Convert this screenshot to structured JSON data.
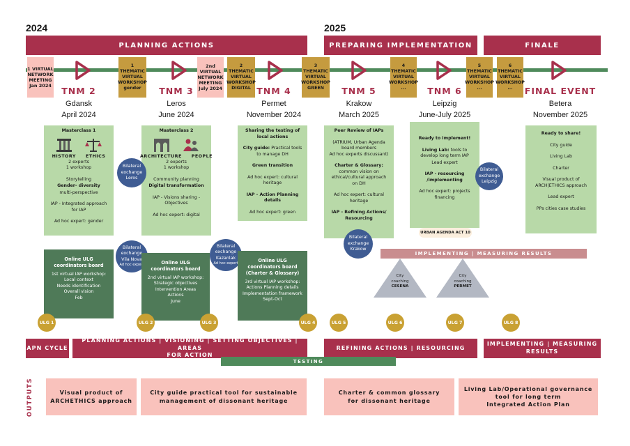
{
  "years": {
    "y2024": "2024",
    "y2025": "2025"
  },
  "phases": {
    "planning": "PLANNING ACTIONS",
    "preparing": "PREPARING IMPLEMENTATION",
    "finale": "FINALE"
  },
  "timeline_boxes": {
    "network_meeting": "1 VIRTUAL\nNETWORK\nMEETING\nJan 2024",
    "workshop_gender": "1 THEMATIC\nVIRTUAL\nWORKSHOP\ngender",
    "network_meeting_2": "2nd\nVIRTUAL\nNETWORK\nMEETING\nJuly 2024",
    "workshop_digital": "2 THEMATIC\nVIRTUAL\nWORKSHOP\nDIGITAL",
    "workshop_green": "3 THEMATIC\nVIRTUAL\nWORKSHOP\nGREEN",
    "workshop_4": "4 THEMATIC\nVIRTUAL\nWORKSHOP\n...",
    "workshop_5": "5 THEMATIC\nVIRTUAL\nWORKSHOP\n...",
    "workshop_6": "6 THEMATIC\nVIRTUAL\nWORKSHOP\n..."
  },
  "tnms": [
    {
      "name": "TNM 2",
      "city": "Gdansk",
      "date": "April 2024"
    },
    {
      "name": "TNM 3",
      "city": "Leros",
      "date": "June 2024"
    },
    {
      "name": "TNM 4",
      "city": "Permet",
      "date": "November 2024"
    },
    {
      "name": "TNM 5",
      "city": "Krakow",
      "date": "March 2025"
    },
    {
      "name": "TNM 6",
      "city": "Leipzig",
      "date": "June-July 2025"
    },
    {
      "name": "FINAL EVENT",
      "city": "Betera",
      "date": "November 2025"
    }
  ],
  "mc1": {
    "title": "Masterclass 1",
    "icon_a": "HISTORY",
    "icon_b": "ETHICS",
    "experts": "2 experts\n1 workshop",
    "l1": "Storytelling",
    "l2": "Gender- diversity",
    "l3": "multi-perspective",
    "l4": "IAP - Integrated approach\nfor IAP",
    "l5": "Ad hoc expert: gender"
  },
  "mc2": {
    "title": "Masterclass 2",
    "icon_a": "ARCHITECTURE",
    "icon_b": "PEOPLE",
    "experts": "2 experts\n1 workshop",
    "l1": "Community planning",
    "l2": "Digital transformation",
    "l3": "IAP - Visions sharing -\nObjectives",
    "l4": "Ad hoc expert: digital"
  },
  "tnm4_box": {
    "title": "Sharing the testing of\nlocal actions",
    "l1a": "City guide:",
    "l1b": " Practical tools\nto manage DH",
    "l2": "Green transition",
    "l3": "Ad hoc expert: cultural\nheritage",
    "l4": "IAP - Action Planning\ndetails",
    "l5": "Ad hoc expert: green"
  },
  "tnm5_box": {
    "title": "Peer Review of IAPs",
    "l1": "(ATRIUM, Urban Agenda\nboard members\nAd hoc experts discussant)",
    "l2a": "Charter & Glossary:",
    "l2b": "common vision on\nethical/cultural approach\non DH",
    "l3": "Ad hoc expert: cultural\nheritage",
    "l4": "IAP - Refining Actions/\nResourcing"
  },
  "tnm6_box": {
    "title": "Ready to implement!",
    "l1a": "Living Lab:",
    "l1b": " tools to\ndevelop long term IAP",
    "l1c": "Lead expert",
    "l2": "IAP - resourcing\n/implementing",
    "l3": "Ad hoc expert: projects\nfinancing"
  },
  "final_box": {
    "title": "Ready to share!",
    "l1": "City guide",
    "l2": "Living Lab",
    "l3": "Charter",
    "l4": "Visual product of\nARCH|ETHICS approach",
    "l5": "Lead expert",
    "l6": "PPs cities case studies"
  },
  "bilateral": {
    "leros": {
      "l1": "Bilateral\nexchange",
      "l2": "Leros"
    },
    "leipzig": {
      "l1": "Bilateral\nexchange",
      "l2": "Leipzig"
    },
    "krakow": {
      "l1": "Bilateral\nexchange",
      "l2": "Krakow"
    },
    "vilanova": {
      "l1": "Bilateral\nexchange",
      "l2": "Vila Nova",
      "l3": "Ad hoc expert"
    },
    "kazanlak": {
      "l1": "Bilateral\nexchange",
      "l2": "Kazanlak",
      "l3": "Ad hoc expert"
    }
  },
  "ulg_boards": {
    "b1": {
      "title": "Online ULG\ncoordinators board",
      "body": "1st virtual IAP workshop:\nLocal context\nNeeds identification\nOverall vision\nFeb"
    },
    "b2": {
      "title": "Online ULG\ncoordinators board",
      "body": "2nd virtual IAP workshop:\nStrategic objectives\nIntervention Areas\nActions\nJune"
    },
    "b3": {
      "title": "Online ULG\ncoordinators board\n(Charter & Glossary)",
      "body": "3rd virtual IAP workshop:\nActions Planning details\nImplementation framework\nSept-Oct"
    }
  },
  "ua_pill": "URBAN AGENDA ACT 10",
  "impl_bar": "IMPLEMENTING | MEASURING RESULTS",
  "coaching": {
    "cesena": {
      "l1": "City\ncoaching",
      "l2": "CESENA"
    },
    "permet": {
      "l1": "City\ncoaching",
      "l2": "PERMET"
    }
  },
  "ulgs": [
    "ULG 1",
    "ULG 2",
    "ULG 3",
    "ULG 4",
    "ULG 5",
    "ULG 6",
    "ULG 7",
    "ULG 8"
  ],
  "bands": {
    "apn": "APN CYCLE",
    "planning": "PLANNING ACTIONS | VISIONING | SETTING OBJECTIVES | AREAS\nFOR ACTION",
    "refining": "REFINING ACTIONS | RESOURCING",
    "implementing": "IMPLEMENTING | MEASURING\nRESULTS",
    "testing": "TESTING"
  },
  "outputs": {
    "label": "OUTPUTS",
    "o1": "Visual product of\nARCHETHICS approach",
    "o2": "City guide practical tool for sustainable\nmanagement of dissonant heritage",
    "o3": "Charter & common glossary\nfor dissonant heritage",
    "o4": "Living Lab/Operational governance\ntool for long term\nIntegrated Action Plan"
  },
  "colors": {
    "crimson": "#a8304c",
    "green": "#4f8a5b",
    "light_green": "#b8d9a8",
    "gold": "#c59b3f",
    "pink": "#f9c2bc",
    "blue": "#3f5c93"
  },
  "icons": [
    "column-icon",
    "scales-icon",
    "arch-icon",
    "people-icon",
    "play-triangle-icon"
  ]
}
